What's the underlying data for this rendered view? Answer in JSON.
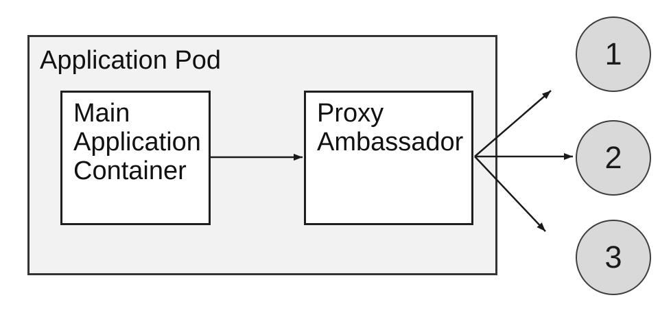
{
  "diagram": {
    "pod": {
      "label": "Application Pod"
    },
    "nodes": {
      "main": {
        "label": "Main\nApplication\nContainer"
      },
      "proxy": {
        "label": "Proxy\nAmbassador"
      }
    },
    "endpoints": [
      {
        "label": "1"
      },
      {
        "label": "2"
      },
      {
        "label": "3"
      }
    ],
    "connections": [
      {
        "from": "main",
        "to": "proxy"
      },
      {
        "from": "proxy",
        "to": "endpoint-1"
      },
      {
        "from": "proxy",
        "to": "endpoint-2"
      },
      {
        "from": "proxy",
        "to": "endpoint-3"
      }
    ],
    "colors": {
      "pod_fill": "#f2f2f2",
      "pod_border": "#333333",
      "node_fill": "#ffffff",
      "node_border": "#1f1f1f",
      "endpoint_fill": "#d9d9d9",
      "endpoint_border": "#3d3d3d",
      "arrow": "#1a1a1a",
      "text": "#111111",
      "background": "#ffffff"
    }
  }
}
